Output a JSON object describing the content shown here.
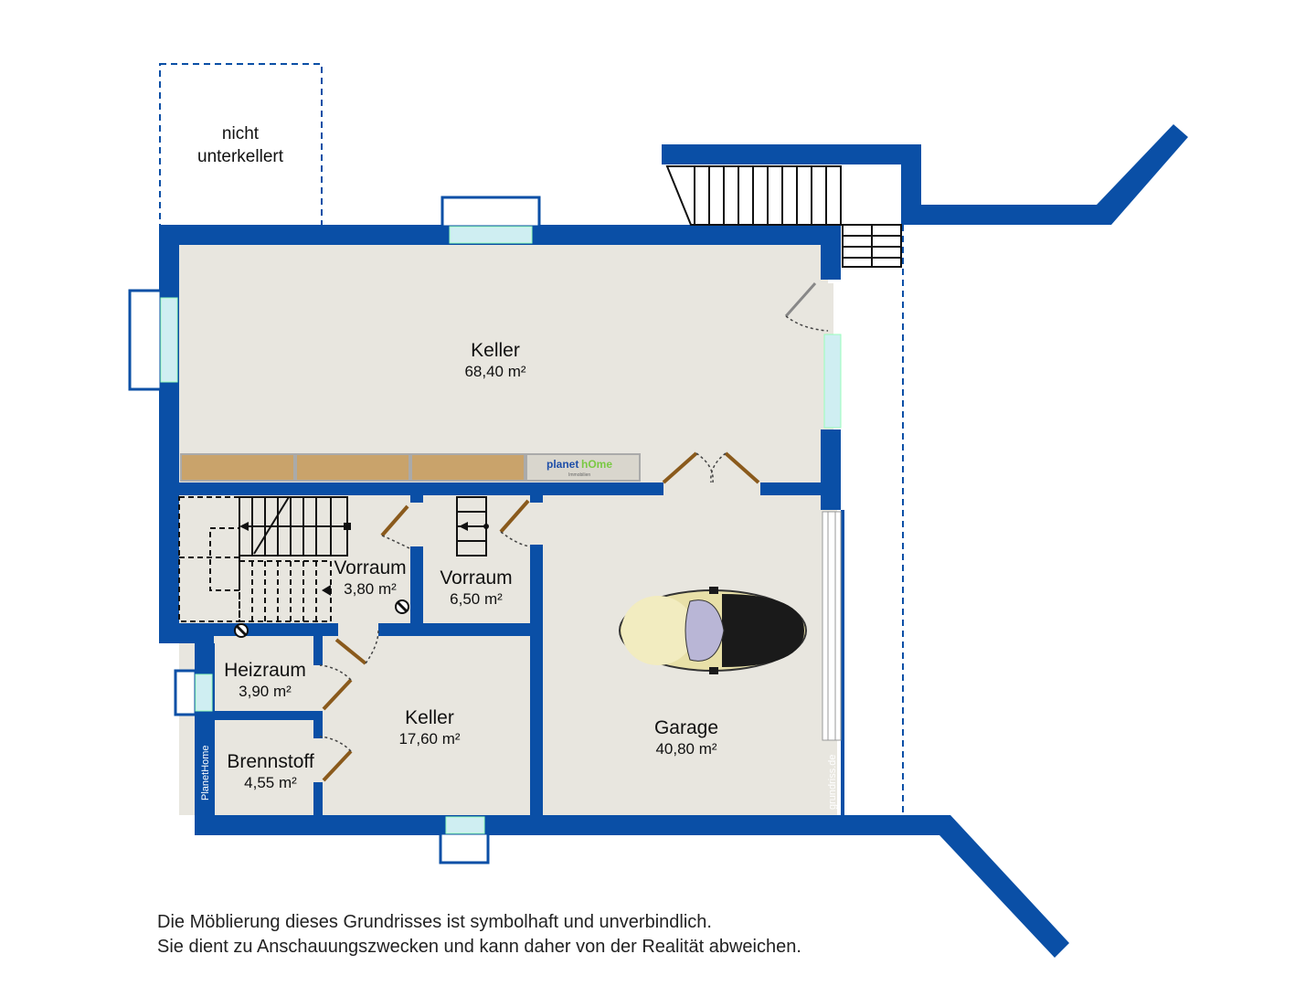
{
  "colors": {
    "wall": "#0a4fa6",
    "floor": "#e8e6df",
    "window": "#cfeef2",
    "shelf": "#c9a36b",
    "logo_blue": "#1e4ea8",
    "logo_green": "#7ac943"
  },
  "annex": {
    "line1": "nicht",
    "line2": "unterkellert"
  },
  "rooms": [
    {
      "id": "keller-main",
      "name": "Keller",
      "area": "68,40 m²"
    },
    {
      "id": "vorraum-left",
      "name": "Vorraum",
      "area": "3,80 m²"
    },
    {
      "id": "vorraum-right",
      "name": "Vorraum",
      "area": "6,50 m²"
    },
    {
      "id": "heizraum",
      "name": "Heizraum",
      "area": "3,90 m²"
    },
    {
      "id": "keller-small",
      "name": "Keller",
      "area": "17,60 m²"
    },
    {
      "id": "brennstoff",
      "name": "Brennstoff",
      "area": "4,55 m²"
    },
    {
      "id": "garage",
      "name": "Garage",
      "area": "40,80 m²"
    }
  ],
  "logo": {
    "brand_a": "planet",
    "brand_b": "hOme",
    "sub": "Immobilien"
  },
  "side_labels": {
    "left": "PlanetHome",
    "right": "grundriss.de"
  },
  "disclaimer": {
    "line1": "Die Möblierung dieses Grundrisses ist symbolhaft und unverbindlich.",
    "line2": "Sie dient zu Anschauungszwecken und kann daher von der Realität abweichen."
  },
  "icons": [
    "staircase-icon",
    "door-swing-icon",
    "car-icon",
    "window-icon",
    "chimney-icon"
  ]
}
